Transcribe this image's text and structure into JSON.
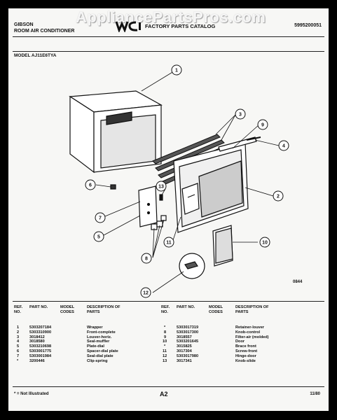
{
  "watermark": "AppliancePartsPros.com",
  "header": {
    "brand": "GIBSON",
    "subtitle": "ROOM AIR CONDITIONER",
    "logo": "WCI",
    "catalog_title": "FACTORY PARTS CATALOG",
    "catalog_number": "5995200051"
  },
  "model": "MODEL AJ11E6TYA",
  "figure_code": "0844",
  "callouts": [
    "1",
    "2",
    "3",
    "4",
    "5",
    "6",
    "7",
    "8",
    "9",
    "10",
    "11",
    "12",
    "13"
  ],
  "table": {
    "headers": {
      "ref_no": "REF. NO.",
      "part_no": "PART NO.",
      "model_codes": "MODEL CODES",
      "description": "DESCRIPTION OF PARTS"
    },
    "left": [
      {
        "ref": "1",
        "part": "5303207184",
        "desc": "Wrapper"
      },
      {
        "ref": "2",
        "part": "5303310900",
        "desc": "Front-complete"
      },
      {
        "ref": "3",
        "part": "3018412",
        "desc": "Louver-horiz."
      },
      {
        "ref": "4",
        "part": "3018580",
        "desc": "Seal-muffler"
      },
      {
        "ref": "5",
        "part": "5303210698",
        "desc": "Plate-dial"
      },
      {
        "ref": "6",
        "part": "5303001775",
        "desc": "Spacer-dial plate"
      },
      {
        "ref": "7",
        "part": "5303001984",
        "desc": "Seal-dial plate"
      },
      {
        "ref": "*",
        "part": "3200446",
        "desc": "Clip-spring"
      }
    ],
    "right": [
      {
        "ref": "*",
        "part": "5303017319",
        "desc": "Retainer-louver"
      },
      {
        "ref": "8",
        "part": "5303017300",
        "desc": "Knob-control"
      },
      {
        "ref": "9",
        "part": "3018557",
        "desc": "Filter-air (molded)"
      },
      {
        "ref": "10",
        "part": "5303201645",
        "desc": "Door"
      },
      {
        "ref": "*",
        "part": "3015825",
        "desc": "Brace front"
      },
      {
        "ref": "11",
        "part": "3017304",
        "desc": "Screw-front"
      },
      {
        "ref": "12",
        "part": "5303017980",
        "desc": "Hinge-door"
      },
      {
        "ref": "13",
        "part": "3017341",
        "desc": "Knob-slide"
      }
    ]
  },
  "footer": {
    "note": "* = Not Illustrated",
    "page": "A2",
    "date": "11/80"
  }
}
